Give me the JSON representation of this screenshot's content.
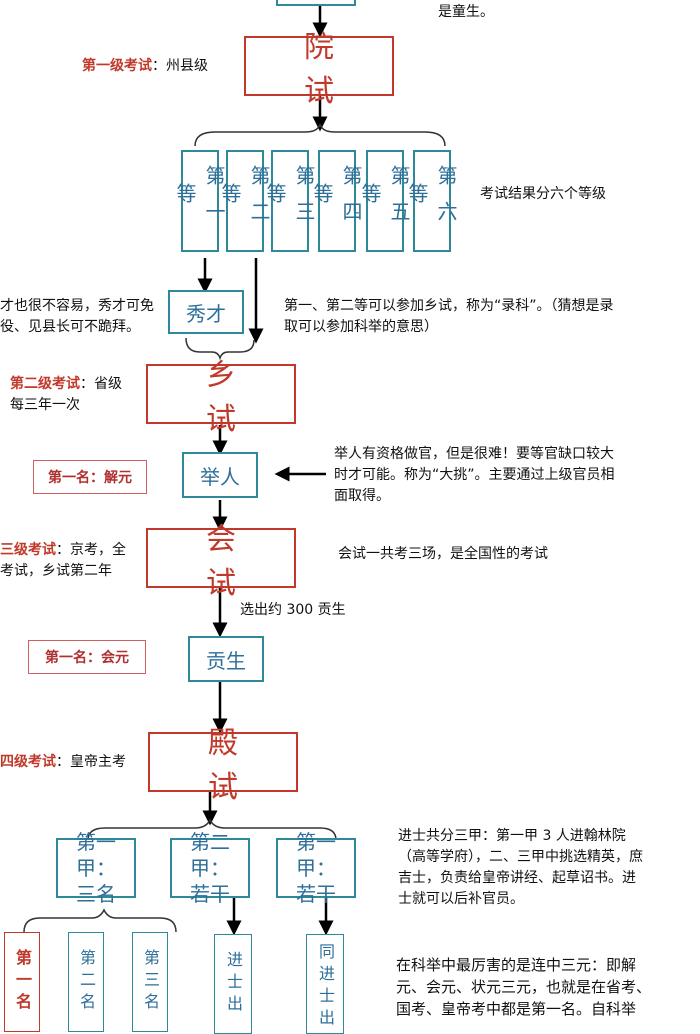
{
  "top_note": "是童生。",
  "level1": {
    "label": "第一级考试",
    "scope": "：州县级",
    "exam": "院 试"
  },
  "grades": [
    "第一等",
    "第二等",
    "第三等",
    "第四等",
    "第五等",
    "第六等"
  ],
  "grades_note": "考试结果分六个等级",
  "xiucai": "秀才",
  "xiucai_note": "才也很不容易，秀才可免役、见县长可不跪拜。",
  "luke_note": "第一、第二等可以参加乡试，称为“录科”。（猜想是录取可以参加科举的意思）",
  "level2": {
    "label": "第二级考试",
    "scope": "：省级",
    "freq": "每三年一次",
    "exam": "乡 试"
  },
  "rank_jieyuan": "第一名：解元",
  "juren": "举人",
  "juren_note": "举人有资格做官，但是很难！要等官缺口较大时才可能。称为“大挑”。主要通过上级官员相面取得。",
  "level3": {
    "label": "三级考试",
    "scope": "：京考，全",
    "line2": "考试，乡试第二年",
    "exam": "会 试"
  },
  "huishi_note": "会试一共考三场，是全国性的考试",
  "gongsheng_select": "选出约 300 贡生",
  "rank_huiyuan": "第一名：会元",
  "gongsheng": "贡生",
  "level4": {
    "label": "四级考试",
    "scope": "：皇帝主考",
    "exam": "殿 试"
  },
  "jia": [
    {
      "l1": "第一甲：",
      "l2": "三名"
    },
    {
      "l1": "第二甲：",
      "l2": "若干"
    },
    {
      "l1": "第一甲：",
      "l2": "若干"
    }
  ],
  "jia_note": "进士共分三甲：第一甲 3 人进翰林院（高等学府），二、三甲中挑选精英，庶吉士，负责给皇帝讲经、起草诏书。进士就可以后补官员。",
  "top_three": [
    "第一名",
    "第二名",
    "第三名"
  ],
  "jinshi": [
    "进士出",
    "同进士出"
  ],
  "sanyuan_note": "在科举中最厉害的是连中三元：即解元、会元、状元三元，也就是在省考、国考、皇帝考中都是第一名。自科举"
}
